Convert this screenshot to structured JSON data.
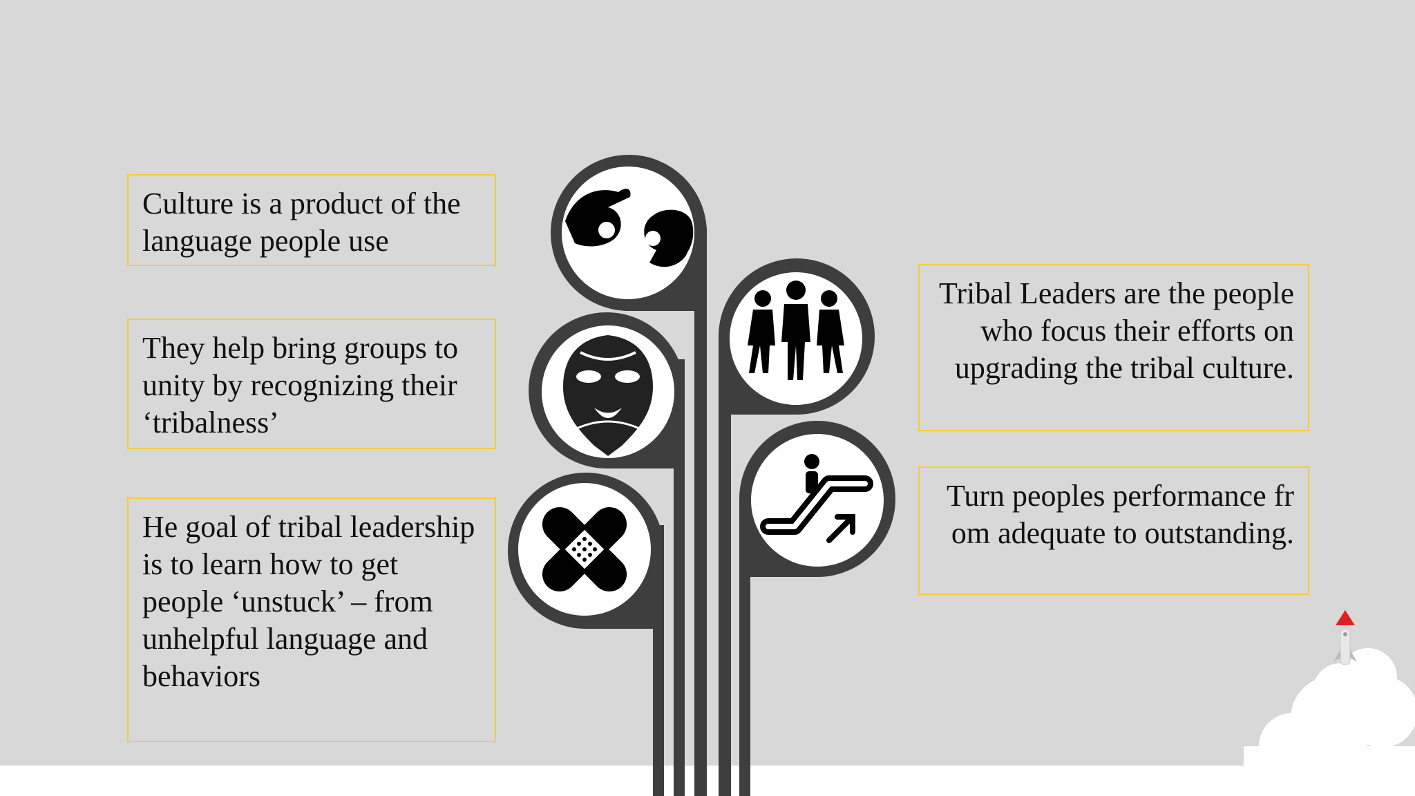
{
  "slide": {
    "left_boxes": [
      {
        "text": "Culture is a product of the language people use"
      },
      {
        "text": "They help bring groups to unity by recognizing their ‘tribalness’"
      },
      {
        "text": "He goal of tribal leadership is to learn how to get people ‘unstuck’ – from unhelpful language and behaviors"
      }
    ],
    "right_boxes": [
      {
        "text": "Tribal Leaders are the people who focus their efforts on upgrading the tribal culture."
      },
      {
        "text": "Turn peoples performance fr om adequate to outstanding."
      }
    ],
    "icons": [
      "sign-language-hands-icon",
      "tribal-mask-icon",
      "bandage-icon",
      "group-of-people-icon",
      "escalator-icon"
    ],
    "colors": {
      "background": "#d8d8d8",
      "accent_border": "#f0cd3c",
      "tree": "#3f3e3f",
      "rocket_tip": "#e02020"
    }
  }
}
